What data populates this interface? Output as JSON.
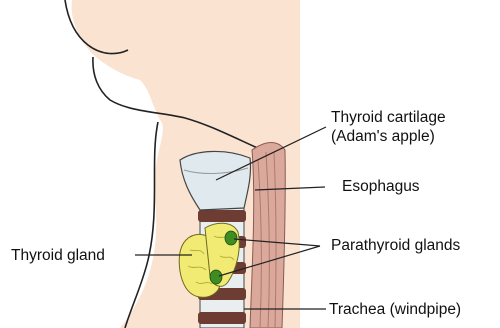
{
  "labels": {
    "thyroid_cartilage_line1": "Thyroid cartilage",
    "thyroid_cartilage_line2": "(Adam's apple)",
    "esophagus": "Esophagus",
    "thyroid_gland": "Thyroid gland",
    "parathyroid_glands": "Parathyroid glands",
    "trachea": "Trachea (windpipe)"
  },
  "colors": {
    "skin": "#fbe3d2",
    "esophagus": "#dba89c",
    "cartilage": "#dfe9ee",
    "thyroid": "#f1ea73",
    "parathyroid": "#3e8c22",
    "trachea_ring": "#6d3c33"
  }
}
